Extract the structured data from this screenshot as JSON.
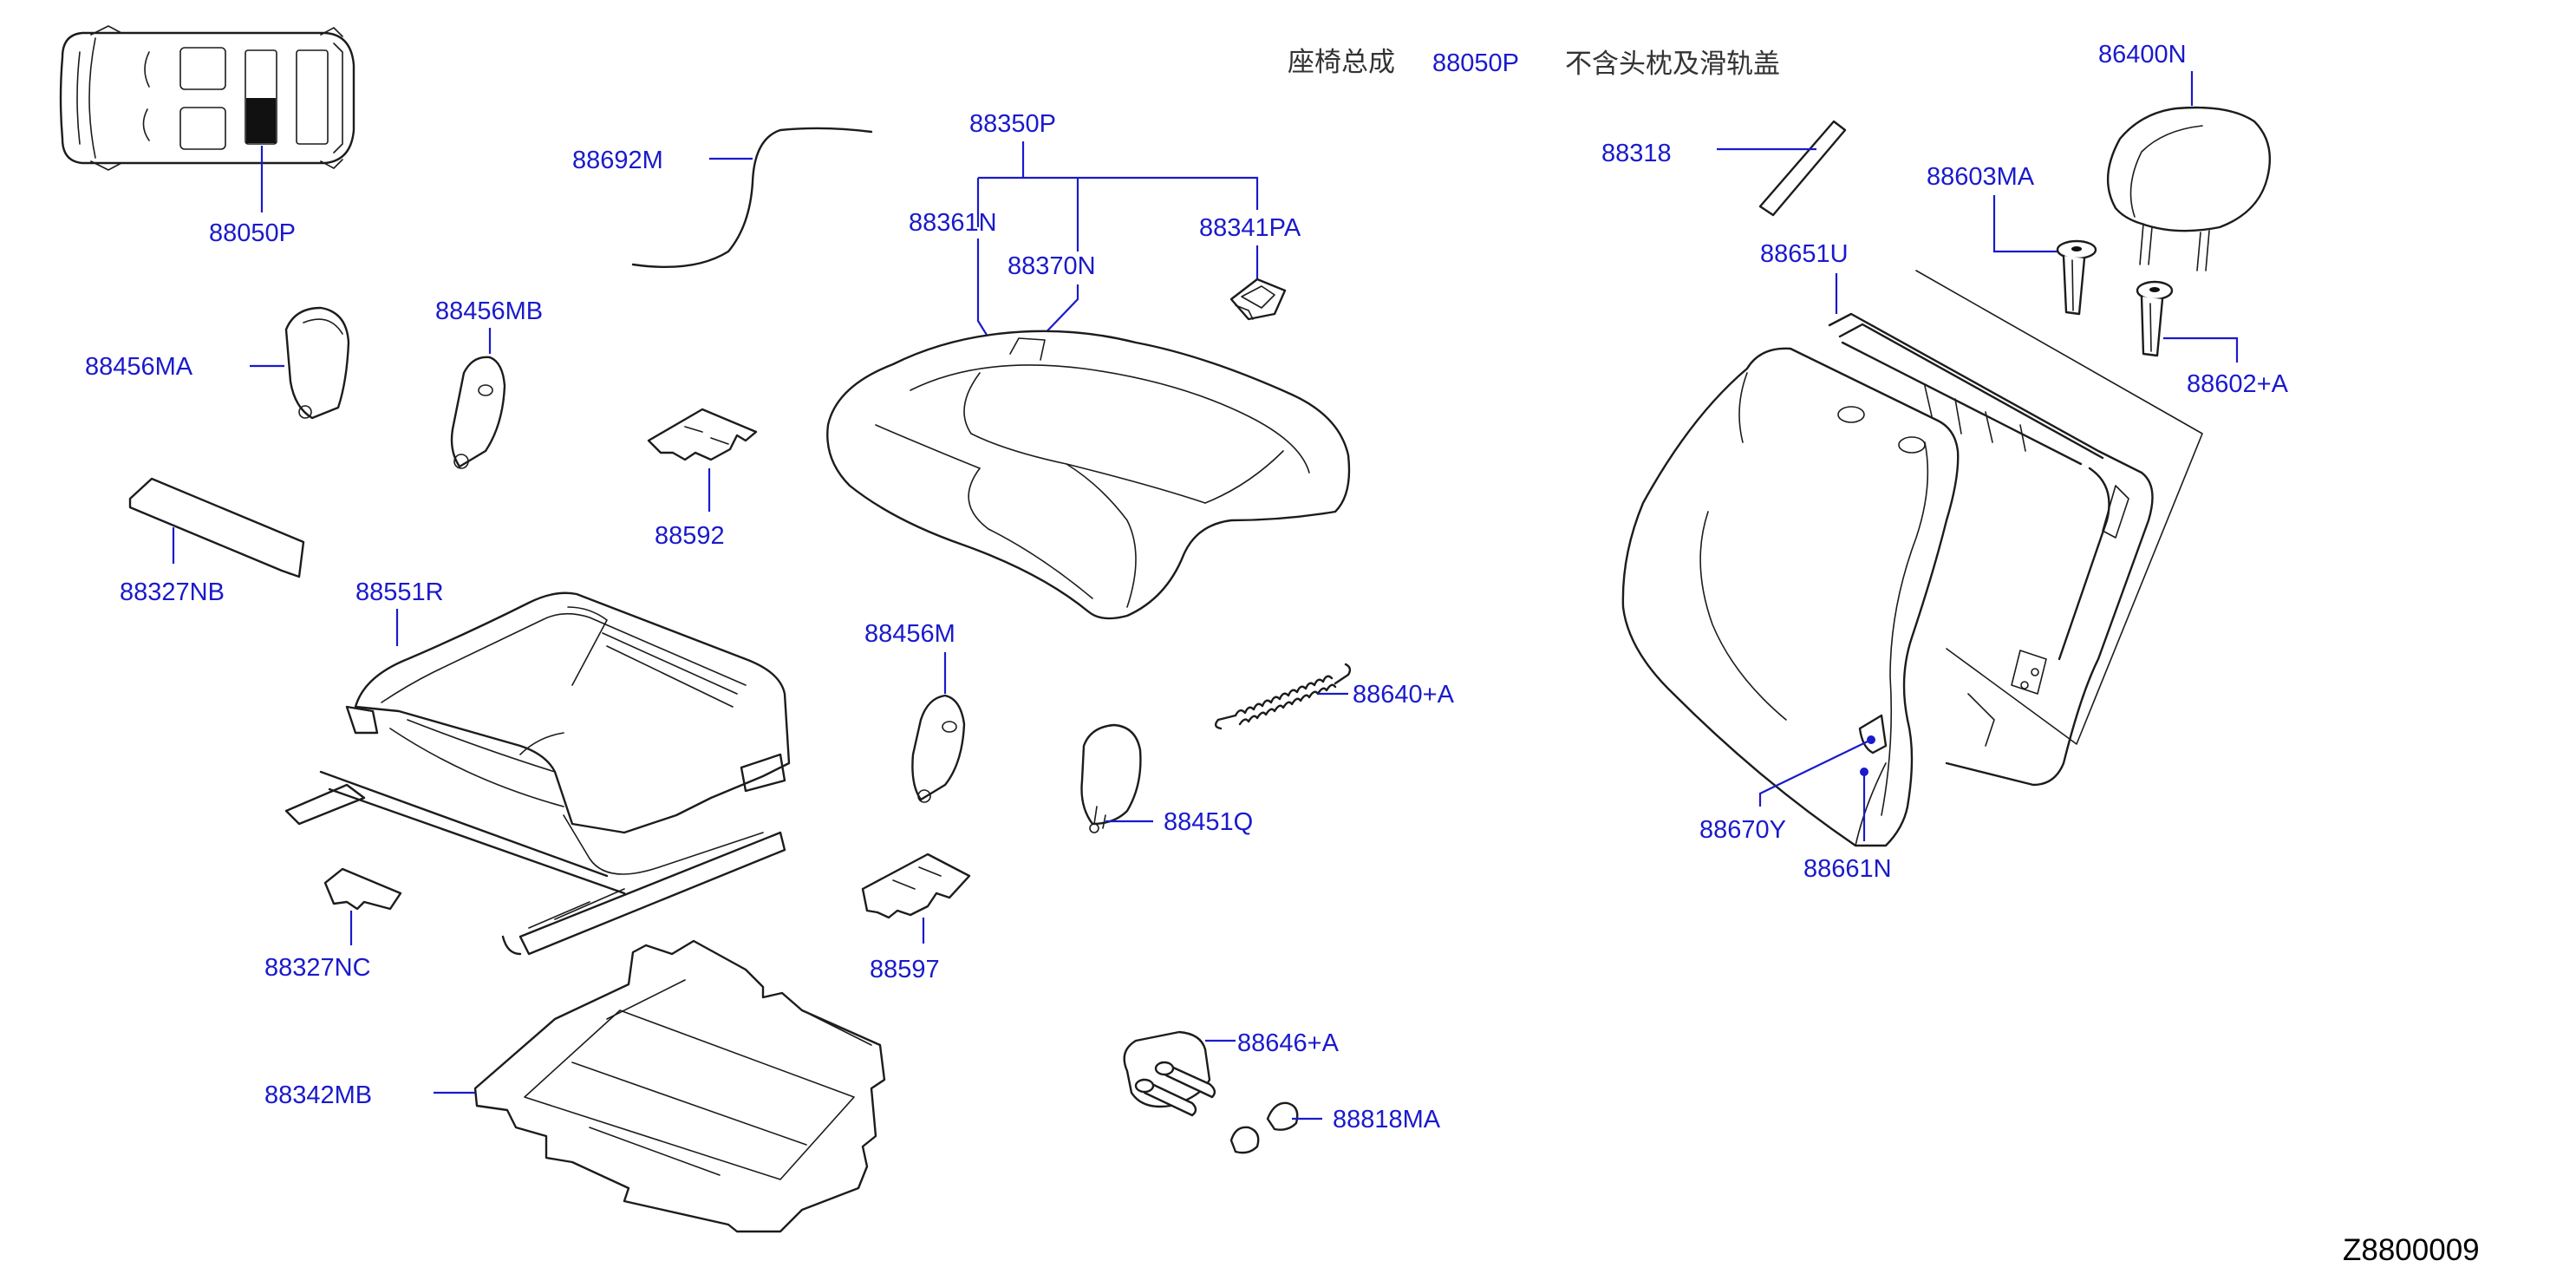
{
  "header": {
    "assembly_name": "座椅总成",
    "assembly_code": "88050P",
    "note": "不含头枕及滑轨盖"
  },
  "figure_id": "Z8800009",
  "labels": {
    "l_88050P": "88050P",
    "l_88692M": "88692M",
    "l_88350P": "88350P",
    "l_88361N": "88361N",
    "l_88370N": "88370N",
    "l_88341PA": "88341PA",
    "l_88318": "88318",
    "l_86400N": "86400N",
    "l_88603MA": "88603MA",
    "l_88651U": "88651U",
    "l_88602A": "88602+A",
    "l_88456MA": "88456MA",
    "l_88456MB": "88456MB",
    "l_88592": "88592",
    "l_88327NB": "88327NB",
    "l_88551R": "88551R",
    "l_88456M": "88456M",
    "l_88640A": "88640+A",
    "l_88451Q": "88451Q",
    "l_88670Y": "88670Y",
    "l_88661N": "88661N",
    "l_88327NC": "88327NC",
    "l_88597": "88597",
    "l_88646A": "88646+A",
    "l_88818MA": "88818MA",
    "l_88342MB": "88342MB"
  },
  "colors": {
    "label": "#1a1acc",
    "line_art": "#1c1c1c",
    "background": "#ffffff"
  }
}
